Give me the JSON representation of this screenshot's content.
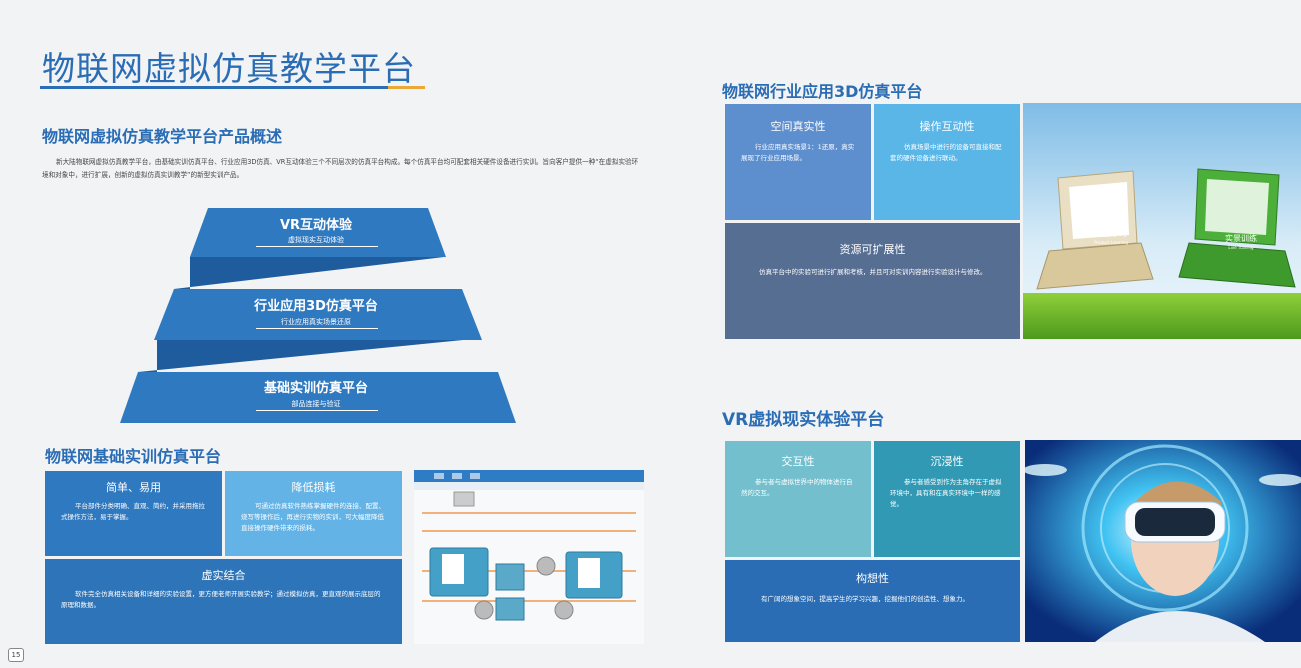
{
  "left": {
    "main_title": "物联网虚拟仿真教学平台",
    "overview": {
      "heading": "物联网虚拟仿真教学平台产品概述",
      "text": "新大陆物联网虚拟仿真教学平台，由基础实训仿真平台、行业应用3D仿真、VR互动体验三个不同层次的仿真平台构成。每个仿真平台均可配套相关硬件设备进行实训。旨向客户提供一种“在虚拟实验环境和对象中，进行扩展，创新的虚拟仿真实训教学”的新型实训产品。"
    },
    "pyramid": [
      {
        "title": "VR互动体验",
        "subtitle": "虚拟现实互动体验"
      },
      {
        "title": "行业应用3D仿真平台",
        "subtitle": "行业应用真实场景还原"
      },
      {
        "title": "基础实训仿真平台",
        "subtitle": "部品连接与验证"
      }
    ],
    "basic": {
      "heading": "物联网基础实训仿真平台",
      "tiles": [
        {
          "title": "简单、易用",
          "text": "平台部件分类明确、直观、简约，并采用拖拉式操作方法，易于掌握。"
        },
        {
          "title": "降低损耗",
          "text": "可通过仿真软件熟练掌握硬件的连接、配置、烧写等操作后，再进行实物的实训，可大幅度降低直接操作硬件带来的损耗。"
        },
        {
          "title": "虚实结合",
          "text": "软件完全仿真相关设备和详细的实验设置，更方便老师开展实验教学；通过模拟仿真，更直观的展示底层的原理和数据。"
        }
      ]
    },
    "page_number": "15"
  },
  "right": {
    "industry": {
      "heading": "物联网行业应用3D仿真平台",
      "tiles": [
        {
          "title": "空间真实性",
          "text": "行业应用真实场景1：1还原，真实展现了行业应用场景。"
        },
        {
          "title": "操作互动性",
          "text": "仿真场景中进行的设备可直接和配套的硬件设备进行联动。"
        },
        {
          "title": "资源可扩展性",
          "text": "仿真平台中的实验可进行扩展和考核，并且可对实训内容进行实验设计与修改。"
        }
      ],
      "image_labels": {
        "left_cn": "产品学习",
        "left_en": "Product Learning",
        "right_cn": "实景训练",
        "right_en": "Live Training"
      }
    },
    "vr": {
      "heading": "VR虚拟现实体验平台",
      "tiles": [
        {
          "title": "交互性",
          "text": "参与者与虚拟世界中的物体进行自然的交互。"
        },
        {
          "title": "沉浸性",
          "text": "参与者感受到作为主角存在于虚拟环境中，具有和在真实环境中一样的感觉。"
        },
        {
          "title": "构想性",
          "text": "有广阔的想象空间，提高学生的学习兴趣，挖掘他们的创造性、想象力。"
        }
      ]
    }
  },
  "colors": {
    "brand_blue": "#2a6db5",
    "accent_orange": "#e8a83a"
  }
}
